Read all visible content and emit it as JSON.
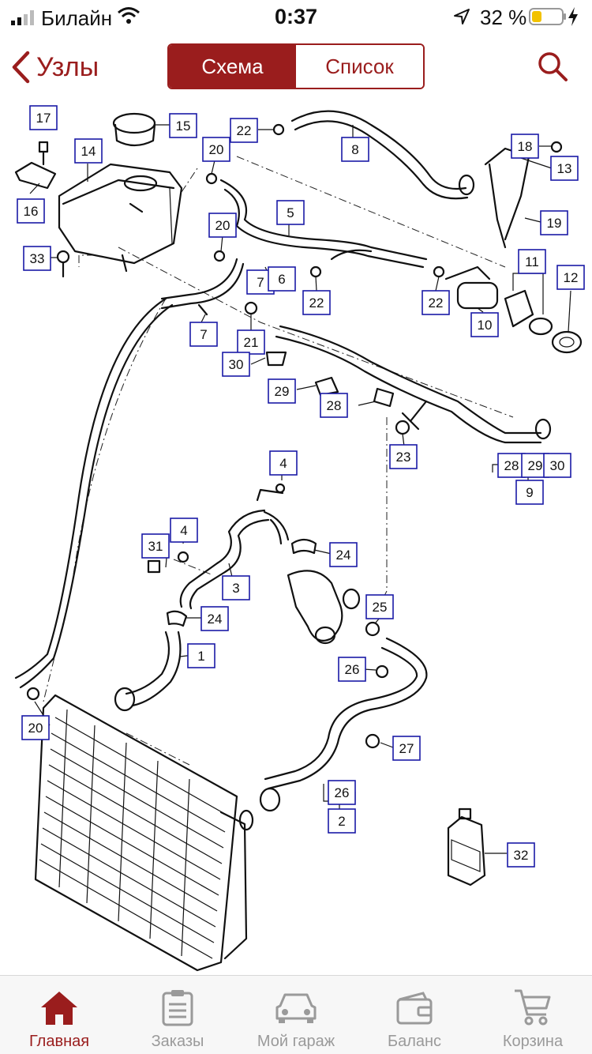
{
  "status_bar": {
    "carrier": "Билайн",
    "time": "0:37",
    "battery_percent": "32 %",
    "battery_level": 0.32
  },
  "nav": {
    "back_label": "Узлы",
    "segments": [
      "Схема",
      "Список"
    ],
    "active_segment": 0
  },
  "diagram": {
    "labels": [
      "17",
      "15",
      "22",
      "8",
      "18",
      "13",
      "14",
      "20",
      "16",
      "5",
      "20",
      "19",
      "33",
      "11",
      "12",
      "7",
      "6",
      "22",
      "22",
      "10",
      "7",
      "21",
      "30",
      "29",
      "28",
      "23",
      "28",
      "29",
      "30",
      "9",
      "4",
      "31",
      "4",
      "24",
      "3",
      "24",
      "1",
      "25",
      "26",
      "20",
      "27",
      "26",
      "2",
      "32"
    ]
  },
  "tabs": [
    {
      "label": "Главная",
      "icon": "home-icon",
      "active": true
    },
    {
      "label": "Заказы",
      "icon": "orders-icon",
      "active": false
    },
    {
      "label": "Мой гараж",
      "icon": "car-icon",
      "active": false
    },
    {
      "label": "Баланс",
      "icon": "wallet-icon",
      "active": false
    },
    {
      "label": "Корзина",
      "icon": "cart-icon",
      "active": false
    }
  ],
  "colors": {
    "accent": "#9a1d1d",
    "label_border": "#1a1aa6",
    "tab_inactive": "#9a9a9a"
  }
}
